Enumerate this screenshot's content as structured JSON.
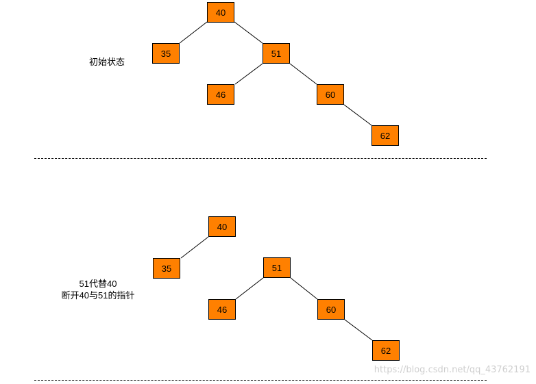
{
  "diagrams": [
    {
      "caption_lines": [
        "初始状态"
      ],
      "nodes": {
        "n40": "40",
        "n35": "35",
        "n51": "51",
        "n46": "46",
        "n60": "60",
        "n62": "62"
      }
    },
    {
      "caption_lines": [
        "51代替40",
        "断开40与51的指针"
      ],
      "nodes": {
        "n40": "40",
        "n35": "35",
        "n51": "51",
        "n46": "46",
        "n60": "60",
        "n62": "62"
      }
    }
  ],
  "watermark": "https://blog.csdn.net/qq_43762191",
  "colors": {
    "node_fill": "#ff8000",
    "node_border": "#000000",
    "edge": "#000000",
    "watermark": "#cfcfcf"
  }
}
